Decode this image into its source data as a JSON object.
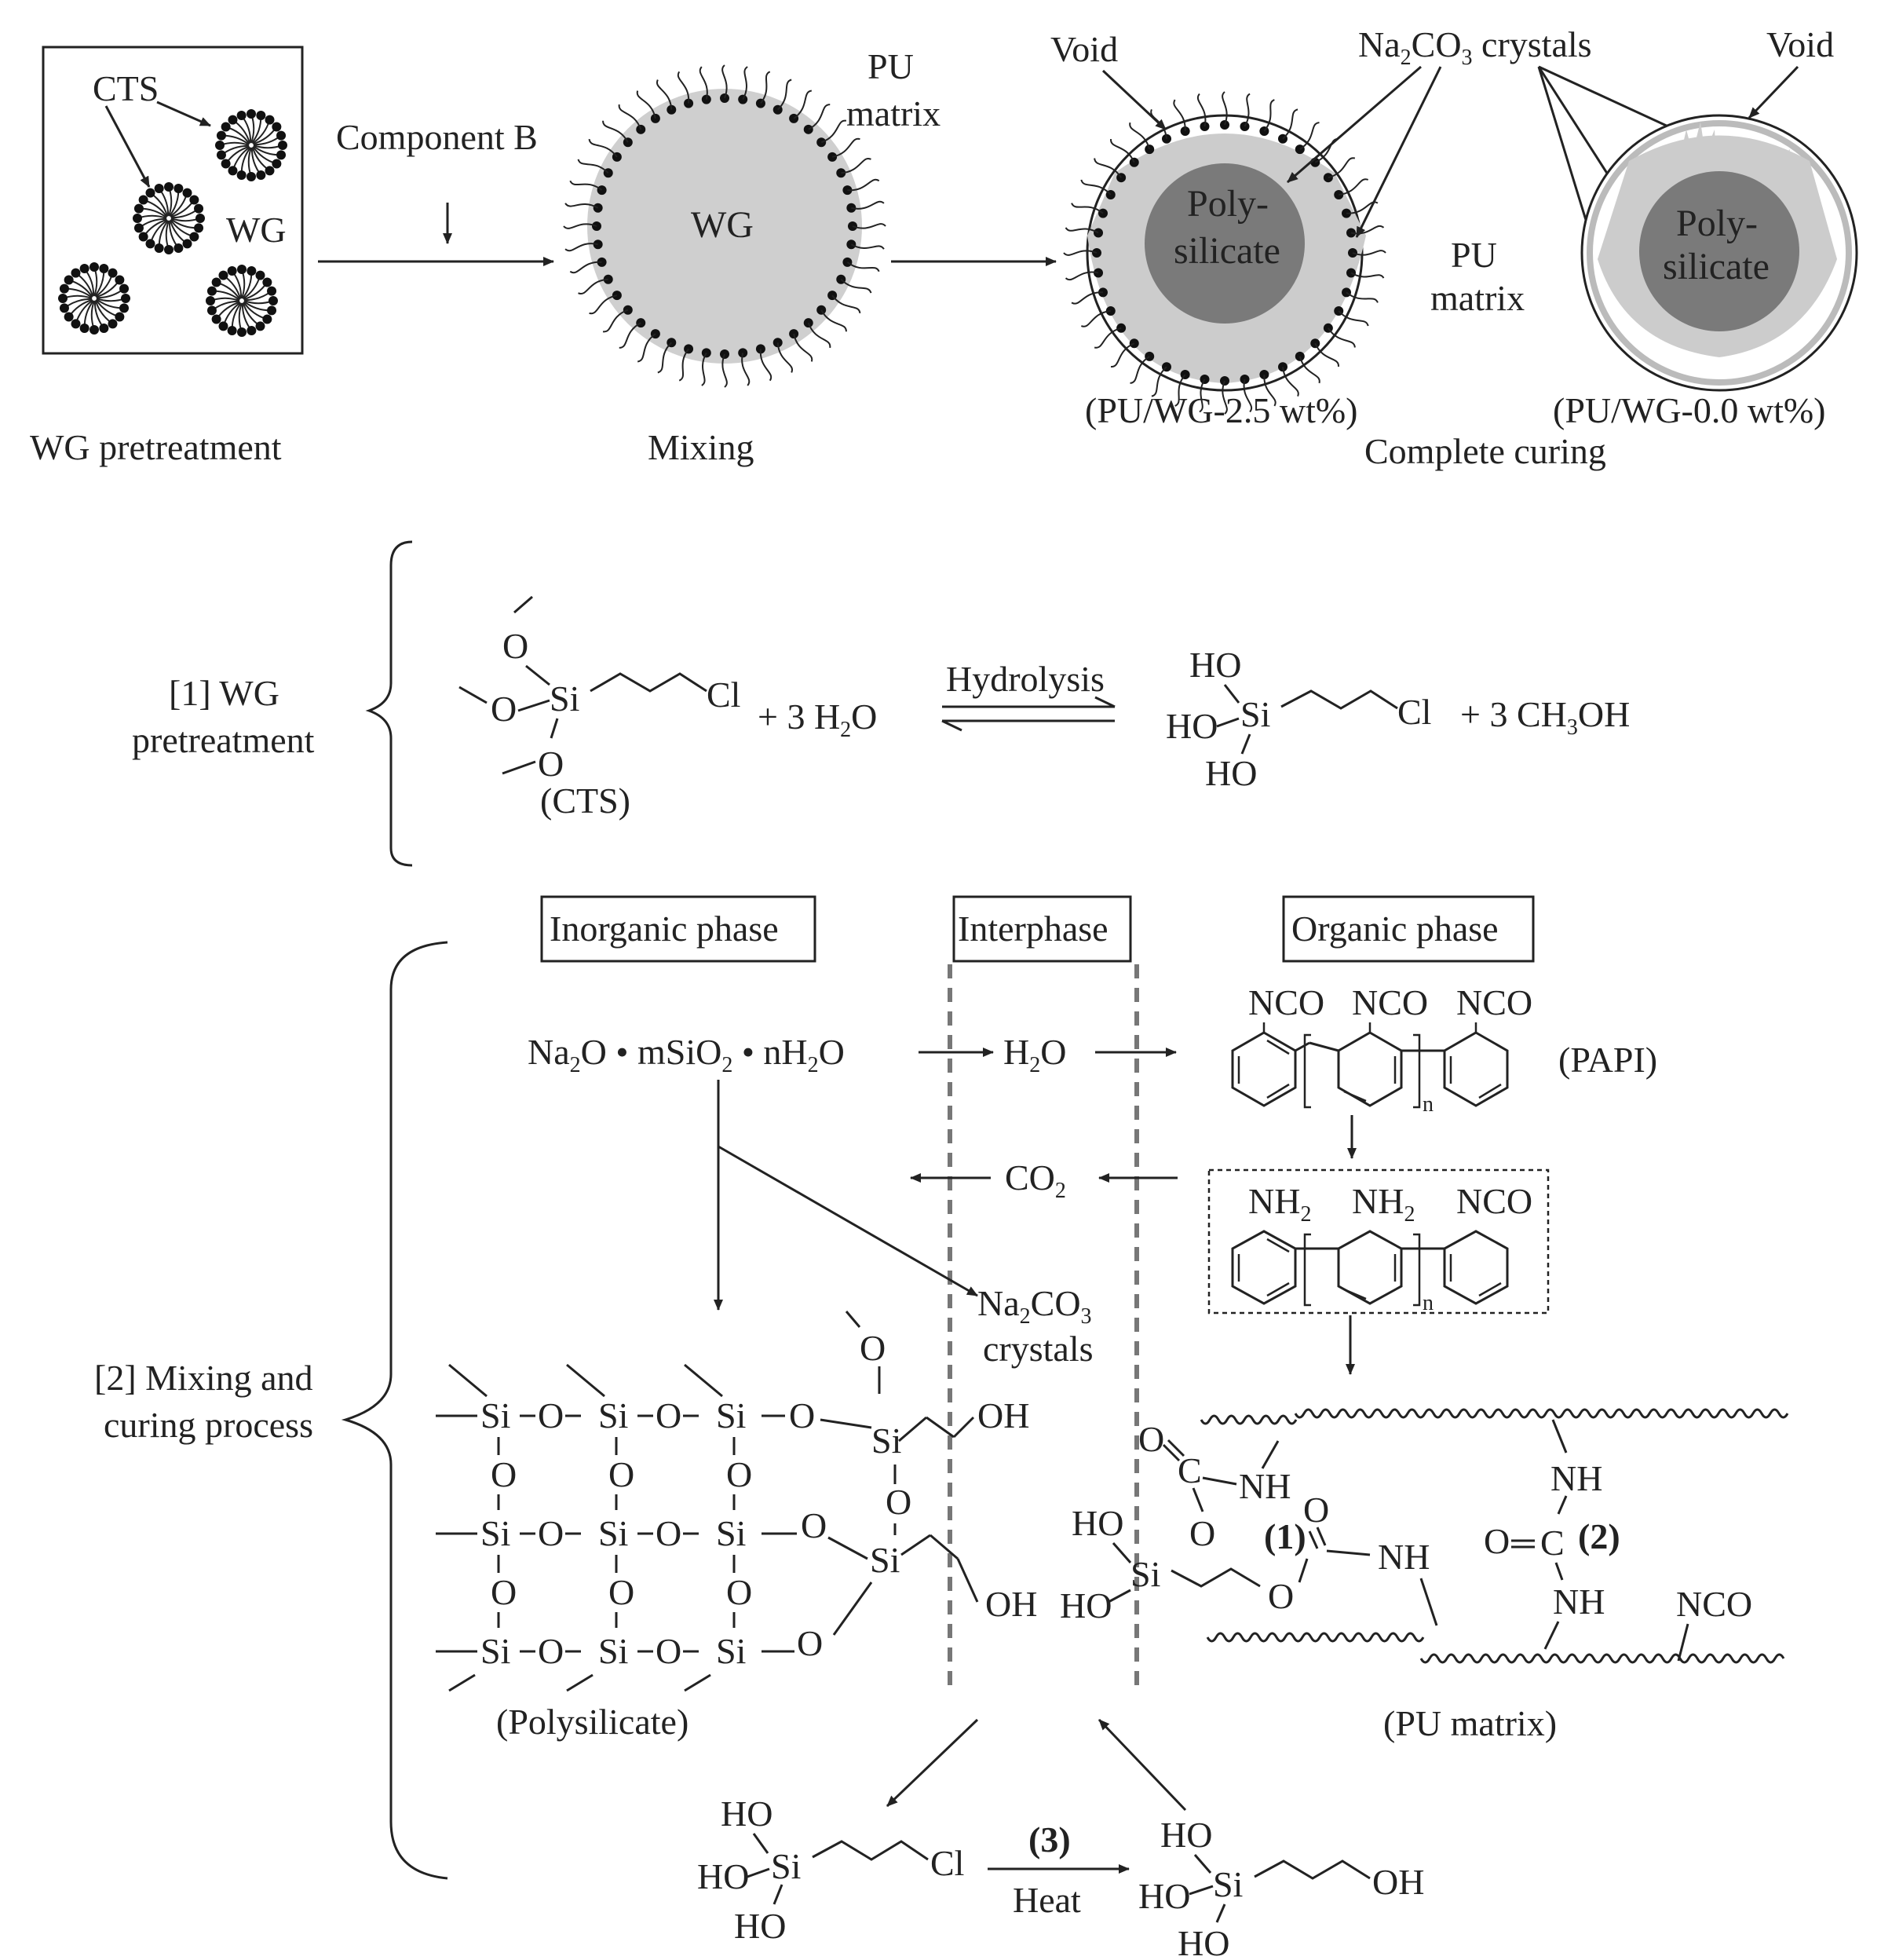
{
  "top": {
    "cts": "CTS",
    "wg": "WG",
    "component_b": "Component B",
    "wg_core": "WG",
    "pu_matrix_1": "PU",
    "pu_matrix_1b": "matrix",
    "void_1": "Void",
    "na2co3_crystals": "crystals",
    "void_2": "Void",
    "poly_1a": "Poly-",
    "poly_1b": "silicate",
    "pu_matrix_2": "PU",
    "pu_matrix_2b": "matrix",
    "poly_2a": "Poly-",
    "poly_2b": "silicate",
    "sample_25": "(PU/WG-2.5 wt%)",
    "sample_00": "(PU/WG-0.0 wt%)",
    "stage_pretreat": "WG pretreatment",
    "stage_mixing": "Mixing",
    "stage_curing": "Complete curing"
  },
  "step1": {
    "label_a": "[1] WG",
    "label_b": "pretreatment",
    "reagent_water": "+ 3 H",
    "reagent_water_b": "O",
    "hydrolysis": "Hydrolysis",
    "cts": "(CTS)",
    "product_methanol": "+ 3 CH",
    "product_methanol_b": "OH"
  },
  "step2": {
    "label_a": "[2] Mixing and",
    "label_b": "curing process",
    "inorganic": "Inorganic phase",
    "interphase": "Interphase",
    "organic": "Organic phase",
    "papi": "(PAPI)",
    "co2": "CO",
    "crystals": "crystals",
    "polysilicate": "(Polysilicate)",
    "pu_matrix": "(PU matrix)",
    "heat": "Heat",
    "r1": "(1)",
    "r2": "(2)",
    "r3": "(3)"
  }
}
